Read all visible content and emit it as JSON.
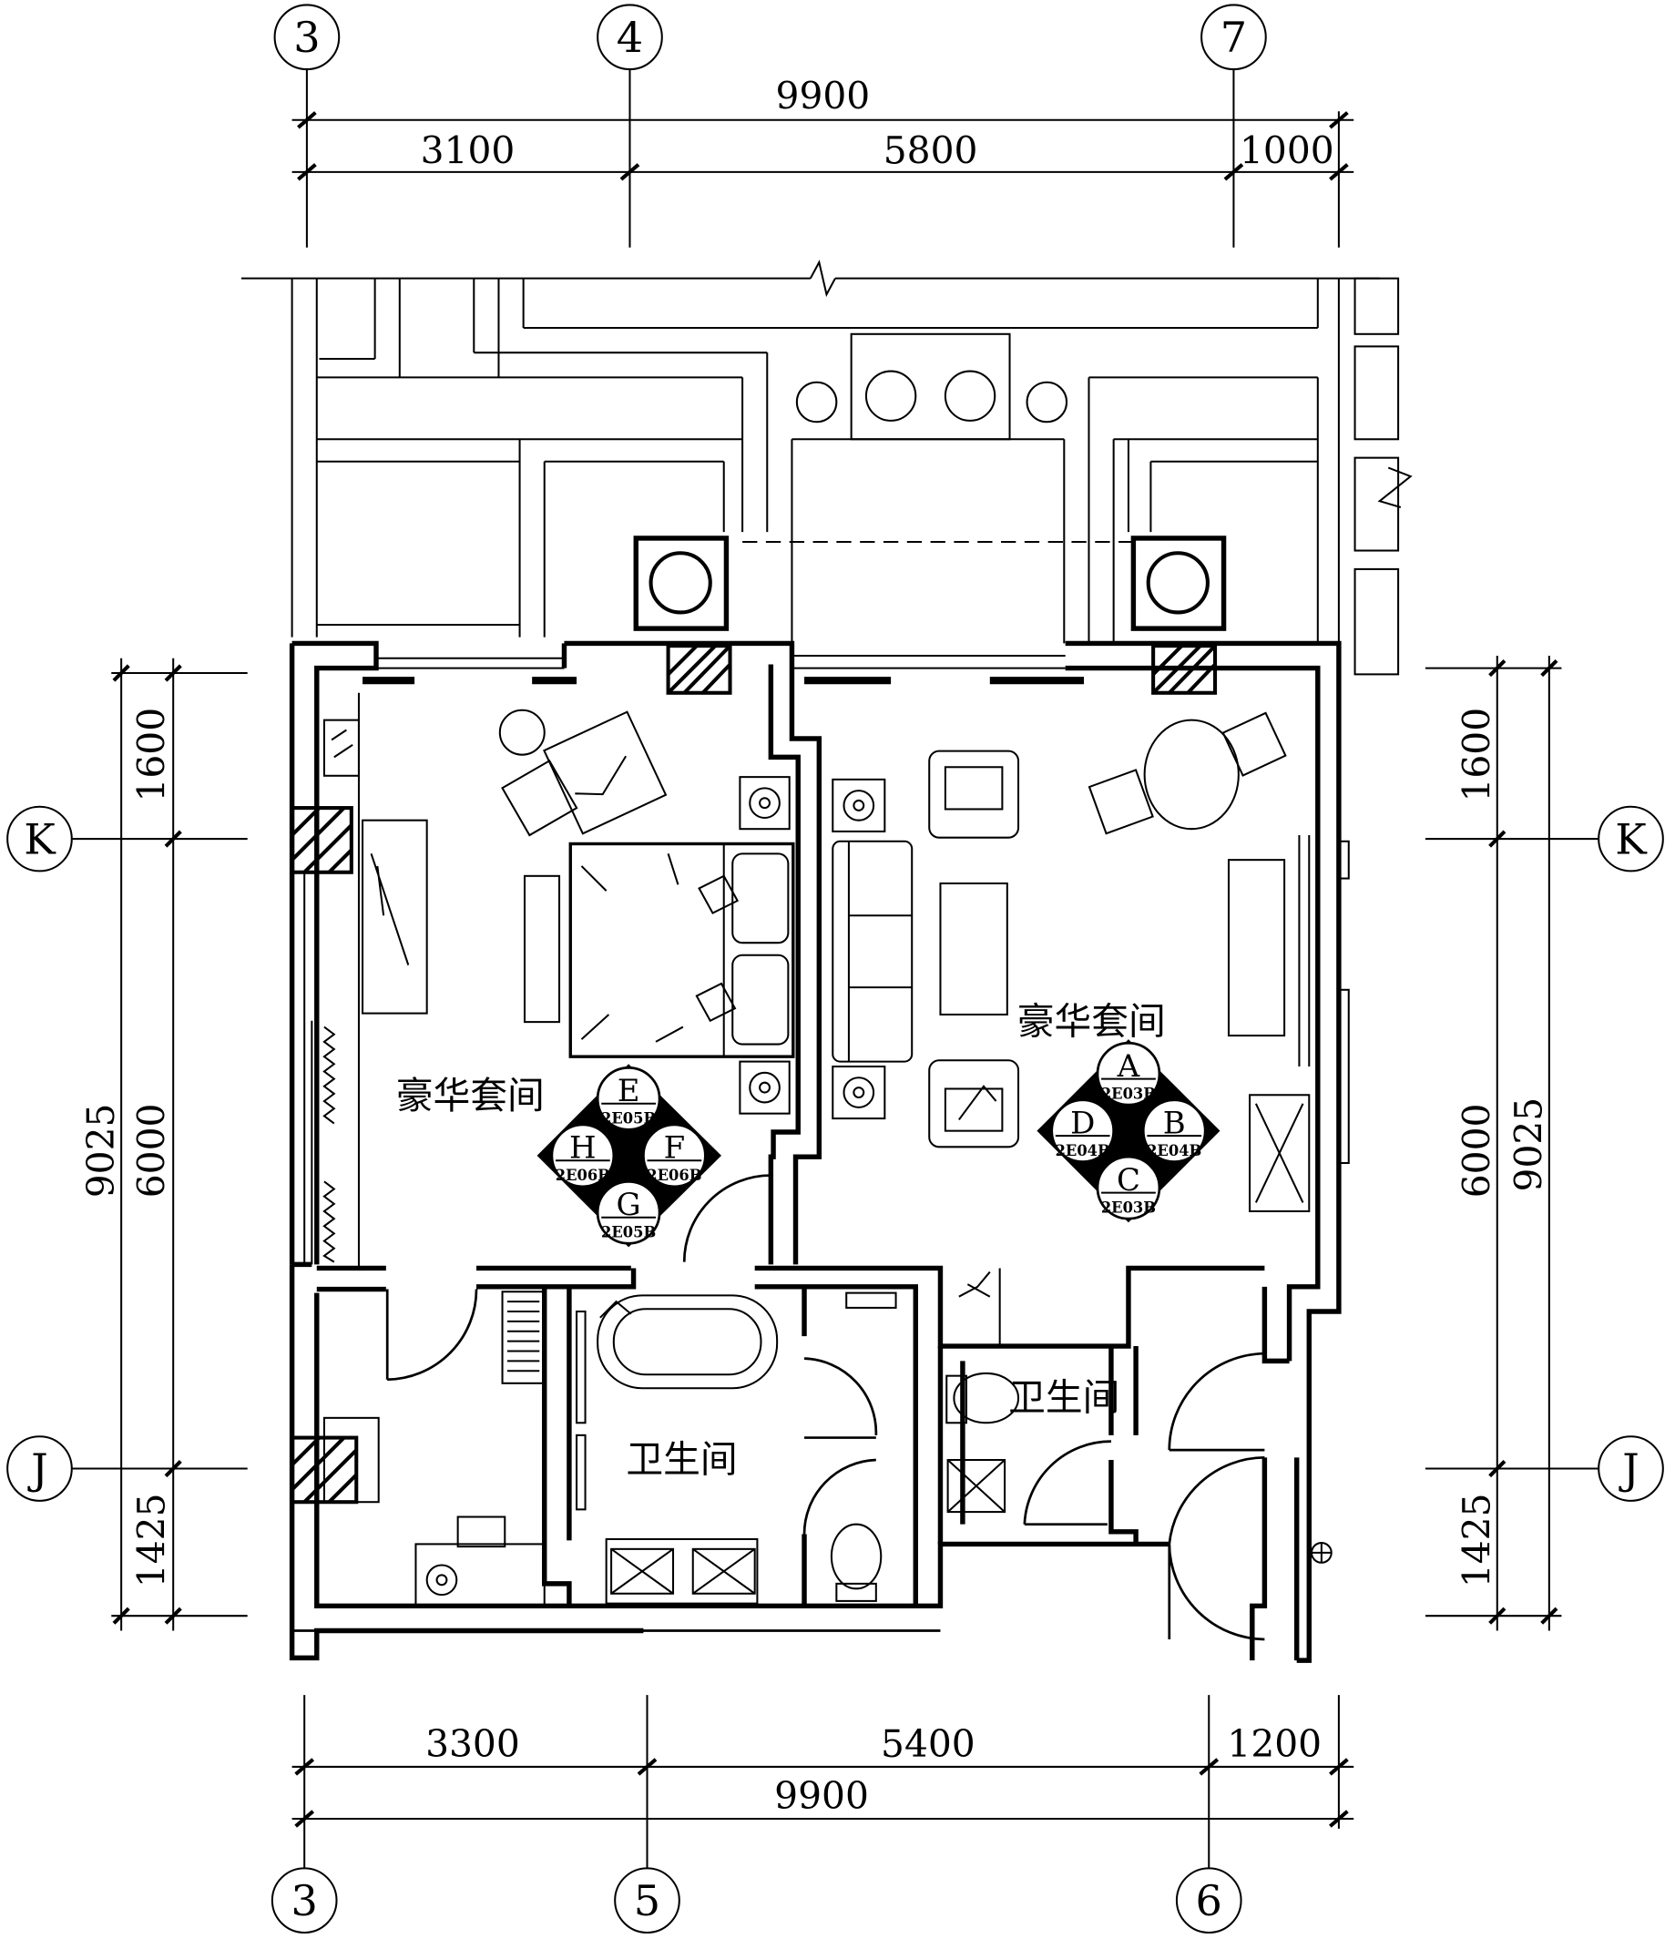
{
  "top_grid": [
    "3",
    "4",
    "7"
  ],
  "bottom_grid": [
    "3",
    "5",
    "6"
  ],
  "side_grid": [
    "K",
    "J"
  ],
  "dims_top": {
    "total": "9900",
    "segments": [
      "3100",
      "5800",
      "1000"
    ]
  },
  "dims_bottom": {
    "total": "9900",
    "segments": [
      "3300",
      "5400",
      "1200"
    ]
  },
  "dims_left": {
    "total": "9025",
    "segments": [
      "1600",
      "6000",
      "1425"
    ]
  },
  "dims_right": {
    "total": "9025",
    "segments": [
      "1600",
      "6000",
      "1425"
    ]
  },
  "rooms": {
    "suite_left": "豪华套间",
    "suite_right": "豪华套间",
    "bath_main": "卫生间",
    "bath_small": "卫生间"
  },
  "elev_left": {
    "top": {
      "letter": "E",
      "ref": "2E05B"
    },
    "right": {
      "letter": "F",
      "ref": "2E06B"
    },
    "bottom": {
      "letter": "G",
      "ref": "2E05B"
    },
    "left": {
      "letter": "H",
      "ref": "2E06B"
    }
  },
  "elev_right": {
    "top": {
      "letter": "A",
      "ref": "2E03B"
    },
    "right": {
      "letter": "B",
      "ref": "2E04B"
    },
    "bottom": {
      "letter": "C",
      "ref": "2E03B"
    },
    "left": {
      "letter": "D",
      "ref": "2E04B"
    }
  }
}
